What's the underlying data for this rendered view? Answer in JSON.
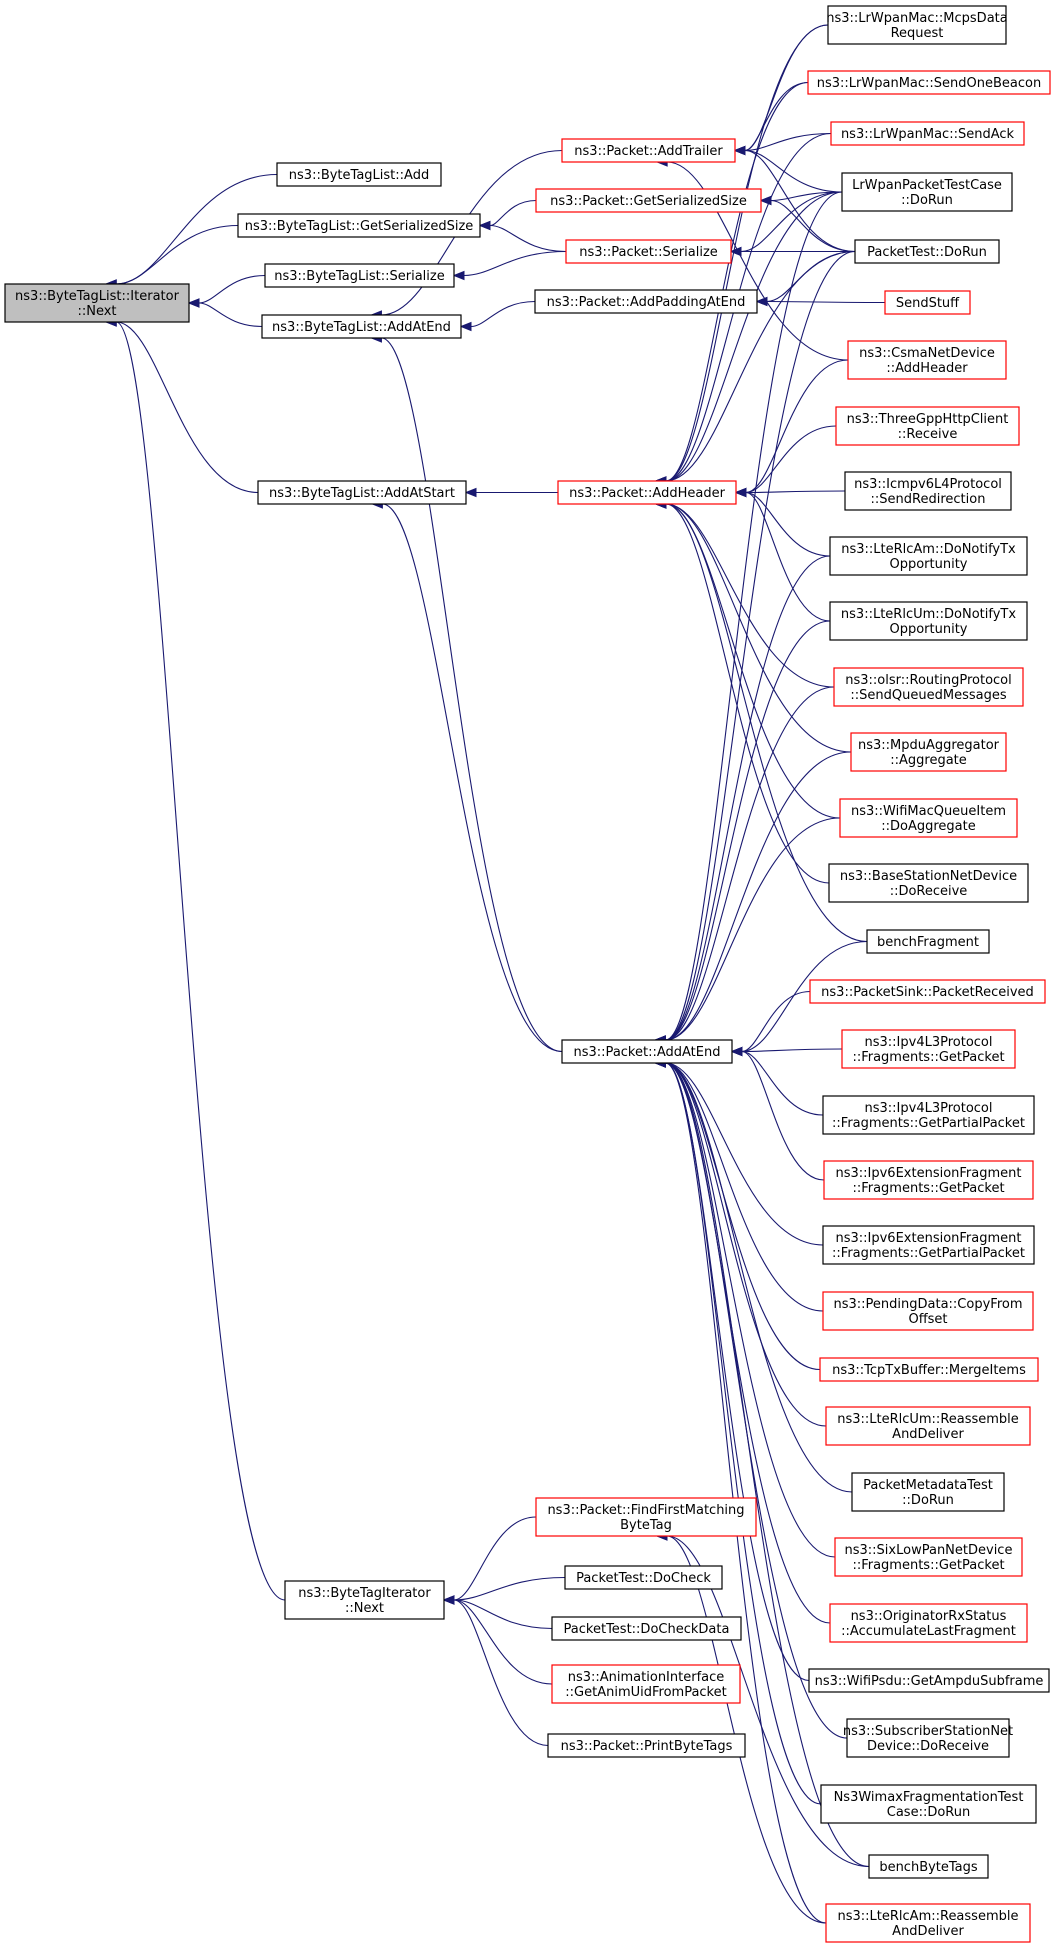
{
  "colors": {
    "edge": "#191970",
    "border_normal": "#000000",
    "border_truncated": "#ff0000",
    "root_fill": "#bfbfbf",
    "node_fill": "#ffffff"
  },
  "nodes": [
    {
      "id": "root",
      "lines": [
        "ns3::ByteTagList::Iterator",
        "::Next"
      ],
      "style": "root"
    },
    {
      "id": "btl_add",
      "lines": [
        "ns3::ByteTagList::Add"
      ],
      "style": "normal"
    },
    {
      "id": "btl_gss",
      "lines": [
        "ns3::ByteTagList::GetSerializedSize"
      ],
      "style": "normal"
    },
    {
      "id": "btl_ser",
      "lines": [
        "ns3::ByteTagList::Serialize"
      ],
      "style": "normal"
    },
    {
      "id": "btl_aae",
      "lines": [
        "ns3::ByteTagList::AddAtEnd"
      ],
      "style": "normal"
    },
    {
      "id": "btl_aas",
      "lines": [
        "ns3::ByteTagList::AddAtStart"
      ],
      "style": "normal"
    },
    {
      "id": "bti_next",
      "lines": [
        "ns3::ByteTagIterator",
        "::Next"
      ],
      "style": "normal"
    },
    {
      "id": "p_trailer",
      "lines": [
        "ns3::Packet::AddTrailer"
      ],
      "style": "truncated"
    },
    {
      "id": "p_gss",
      "lines": [
        "ns3::Packet::GetSerializedSize"
      ],
      "style": "truncated"
    },
    {
      "id": "p_ser",
      "lines": [
        "ns3::Packet::Serialize"
      ],
      "style": "truncated"
    },
    {
      "id": "p_pad",
      "lines": [
        "ns3::Packet::AddPaddingAtEnd"
      ],
      "style": "normal"
    },
    {
      "id": "p_header",
      "lines": [
        "ns3::Packet::AddHeader"
      ],
      "style": "truncated"
    },
    {
      "id": "p_aae",
      "lines": [
        "ns3::Packet::AddAtEnd"
      ],
      "style": "normal"
    },
    {
      "id": "p_ffm",
      "lines": [
        "ns3::Packet::FindFirstMatching",
        "ByteTag"
      ],
      "style": "truncated"
    },
    {
      "id": "pt_check",
      "lines": [
        "PacketTest::DoCheck"
      ],
      "style": "normal"
    },
    {
      "id": "pt_checkdata",
      "lines": [
        "PacketTest::DoCheckData"
      ],
      "style": "normal"
    },
    {
      "id": "anim",
      "lines": [
        "ns3::AnimationInterface",
        "::GetAnimUidFromPacket"
      ],
      "style": "truncated"
    },
    {
      "id": "p_print",
      "lines": [
        "ns3::Packet::PrintByteTags"
      ],
      "style": "normal"
    },
    {
      "id": "r_mcps",
      "lines": [
        "ns3::LrWpanMac::McpsData",
        "Request"
      ],
      "style": "normal"
    },
    {
      "id": "r_beacon",
      "lines": [
        "ns3::LrWpanMac::SendOneBeacon"
      ],
      "style": "truncated"
    },
    {
      "id": "r_ack",
      "lines": [
        "ns3::LrWpanMac::SendAck"
      ],
      "style": "truncated"
    },
    {
      "id": "r_lrtc",
      "lines": [
        "LrWpanPacketTestCase",
        "::DoRun"
      ],
      "style": "normal"
    },
    {
      "id": "r_ptrun",
      "lines": [
        "PacketTest::DoRun"
      ],
      "style": "normal"
    },
    {
      "id": "r_send",
      "lines": [
        "SendStuff"
      ],
      "style": "truncated"
    },
    {
      "id": "r_csma",
      "lines": [
        "ns3::CsmaNetDevice",
        "::AddHeader"
      ],
      "style": "truncated"
    },
    {
      "id": "r_http",
      "lines": [
        "ns3::ThreeGppHttpClient",
        "::Receive"
      ],
      "style": "truncated"
    },
    {
      "id": "r_icmp",
      "lines": [
        "ns3::Icmpv6L4Protocol",
        "::SendRedirection"
      ],
      "style": "normal"
    },
    {
      "id": "r_rlcam",
      "lines": [
        "ns3::LteRlcAm::DoNotifyTx",
        "Opportunity"
      ],
      "style": "normal"
    },
    {
      "id": "r_rlcum",
      "lines": [
        "ns3::LteRlcUm::DoNotifyTx",
        "Opportunity"
      ],
      "style": "normal"
    },
    {
      "id": "r_olsr",
      "lines": [
        "ns3::olsr::RoutingProtocol",
        "::SendQueuedMessages"
      ],
      "style": "truncated"
    },
    {
      "id": "r_mpdu",
      "lines": [
        "ns3::MpduAggregator",
        "::Aggregate"
      ],
      "style": "truncated"
    },
    {
      "id": "r_wmqi",
      "lines": [
        "ns3::WifiMacQueueItem",
        "::DoAggregate"
      ],
      "style": "truncated"
    },
    {
      "id": "r_bsnd",
      "lines": [
        "ns3::BaseStationNetDevice",
        "::DoReceive"
      ],
      "style": "normal"
    },
    {
      "id": "r_bfrag",
      "lines": [
        "benchFragment"
      ],
      "style": "normal"
    },
    {
      "id": "r_sink",
      "lines": [
        "ns3::PacketSink::PacketReceived"
      ],
      "style": "truncated"
    },
    {
      "id": "r_ipv4f",
      "lines": [
        "ns3::Ipv4L3Protocol",
        "::Fragments::GetPacket"
      ],
      "style": "truncated"
    },
    {
      "id": "r_ipv4p",
      "lines": [
        "ns3::Ipv4L3Protocol",
        "::Fragments::GetPartialPacket"
      ],
      "style": "normal"
    },
    {
      "id": "r_ipv6f",
      "lines": [
        "ns3::Ipv6ExtensionFragment",
        "::Fragments::GetPacket"
      ],
      "style": "truncated"
    },
    {
      "id": "r_ipv6p",
      "lines": [
        "ns3::Ipv6ExtensionFragment",
        "::Fragments::GetPartialPacket"
      ],
      "style": "normal"
    },
    {
      "id": "r_pend",
      "lines": [
        "ns3::PendingData::CopyFrom",
        "Offset"
      ],
      "style": "truncated"
    },
    {
      "id": "r_tcptx",
      "lines": [
        "ns3::TcpTxBuffer::MergeItems"
      ],
      "style": "truncated"
    },
    {
      "id": "r_umreas",
      "lines": [
        "ns3::LteRlcUm::Reassemble",
        "AndDeliver"
      ],
      "style": "truncated"
    },
    {
      "id": "r_pmt",
      "lines": [
        "PacketMetadataTest",
        "::DoRun"
      ],
      "style": "normal"
    },
    {
      "id": "r_sixlow",
      "lines": [
        "ns3::SixLowPanNetDevice",
        "::Fragments::GetPacket"
      ],
      "style": "truncated"
    },
    {
      "id": "r_orig",
      "lines": [
        "ns3::OriginatorRxStatus",
        "::AccumulateLastFragment"
      ],
      "style": "truncated"
    },
    {
      "id": "r_wpsdu",
      "lines": [
        "ns3::WifiPsdu::GetAmpduSubframe"
      ],
      "style": "normal"
    },
    {
      "id": "r_ssnd",
      "lines": [
        "ns3::SubscriberStationNet",
        "Device::DoReceive"
      ],
      "style": "normal"
    },
    {
      "id": "r_wimax",
      "lines": [
        "Ns3WimaxFragmentationTest",
        "Case::DoRun"
      ],
      "style": "normal"
    },
    {
      "id": "r_bbt",
      "lines": [
        "benchByteTags"
      ],
      "style": "normal"
    },
    {
      "id": "r_amreas",
      "lines": [
        "ns3::LteRlcAm::Reassemble",
        "AndDeliver"
      ],
      "style": "truncated"
    }
  ],
  "edges": [
    [
      "btl_add",
      "root"
    ],
    [
      "btl_gss",
      "root"
    ],
    [
      "btl_ser",
      "root"
    ],
    [
      "btl_aae",
      "root"
    ],
    [
      "btl_aas",
      "root"
    ],
    [
      "bti_next",
      "root"
    ],
    [
      "p_trailer",
      "btl_aae"
    ],
    [
      "p_pad",
      "btl_aae"
    ],
    [
      "p_aae",
      "btl_aae"
    ],
    [
      "p_gss",
      "btl_gss"
    ],
    [
      "p_ser",
      "btl_gss"
    ],
    [
      "p_ser",
      "btl_ser"
    ],
    [
      "p_header",
      "btl_aas"
    ],
    [
      "p_aae",
      "btl_aas"
    ],
    [
      "p_ffm",
      "bti_next"
    ],
    [
      "pt_check",
      "bti_next"
    ],
    [
      "pt_checkdata",
      "bti_next"
    ],
    [
      "anim",
      "bti_next"
    ],
    [
      "p_print",
      "bti_next"
    ],
    [
      "r_mcps",
      "p_trailer"
    ],
    [
      "r_beacon",
      "p_trailer"
    ],
    [
      "r_ack",
      "p_trailer"
    ],
    [
      "r_lrtc",
      "p_trailer"
    ],
    [
      "r_ptrun",
      "p_trailer"
    ],
    [
      "r_csma",
      "p_trailer"
    ],
    [
      "r_lrtc",
      "p_gss"
    ],
    [
      "r_ptrun",
      "p_gss"
    ],
    [
      "r_lrtc",
      "p_ser"
    ],
    [
      "r_ptrun",
      "p_ser"
    ],
    [
      "r_ptrun",
      "p_pad"
    ],
    [
      "r_send",
      "p_pad"
    ],
    [
      "r_mcps",
      "p_header"
    ],
    [
      "r_beacon",
      "p_header"
    ],
    [
      "r_ack",
      "p_header"
    ],
    [
      "r_lrtc",
      "p_header"
    ],
    [
      "r_ptrun",
      "p_header"
    ],
    [
      "r_csma",
      "p_header"
    ],
    [
      "r_http",
      "p_header"
    ],
    [
      "r_icmp",
      "p_header"
    ],
    [
      "r_rlcam",
      "p_header"
    ],
    [
      "r_rlcum",
      "p_header"
    ],
    [
      "r_olsr",
      "p_header"
    ],
    [
      "r_mpdu",
      "p_header"
    ],
    [
      "r_wmqi",
      "p_header"
    ],
    [
      "r_bsnd",
      "p_header"
    ],
    [
      "r_bfrag",
      "p_header"
    ],
    [
      "r_rlcam",
      "p_aae"
    ],
    [
      "r_rlcum",
      "p_aae"
    ],
    [
      "r_olsr",
      "p_aae"
    ],
    [
      "r_mpdu",
      "p_aae"
    ],
    [
      "r_wmqi",
      "p_aae"
    ],
    [
      "r_bfrag",
      "p_aae"
    ],
    [
      "r_sink",
      "p_aae"
    ],
    [
      "r_ipv4f",
      "p_aae"
    ],
    [
      "r_ipv4p",
      "p_aae"
    ],
    [
      "r_ipv6f",
      "p_aae"
    ],
    [
      "r_ipv6p",
      "p_aae"
    ],
    [
      "r_pend",
      "p_aae"
    ],
    [
      "r_tcptx",
      "p_aae"
    ],
    [
      "r_umreas",
      "p_aae"
    ],
    [
      "r_pmt",
      "p_aae"
    ],
    [
      "r_sixlow",
      "p_aae"
    ],
    [
      "r_orig",
      "p_aae"
    ],
    [
      "r_wpsdu",
      "p_aae"
    ],
    [
      "r_ssnd",
      "p_aae"
    ],
    [
      "r_wimax",
      "p_aae"
    ],
    [
      "r_bbt",
      "p_aae"
    ],
    [
      "r_amreas",
      "p_aae"
    ],
    [
      "r_ptrun",
      "p_aae"
    ],
    [
      "r_lrtc",
      "p_aae"
    ],
    [
      "r_amreas",
      "p_ffm"
    ],
    [
      "r_bbt",
      "p_ffm"
    ]
  ]
}
